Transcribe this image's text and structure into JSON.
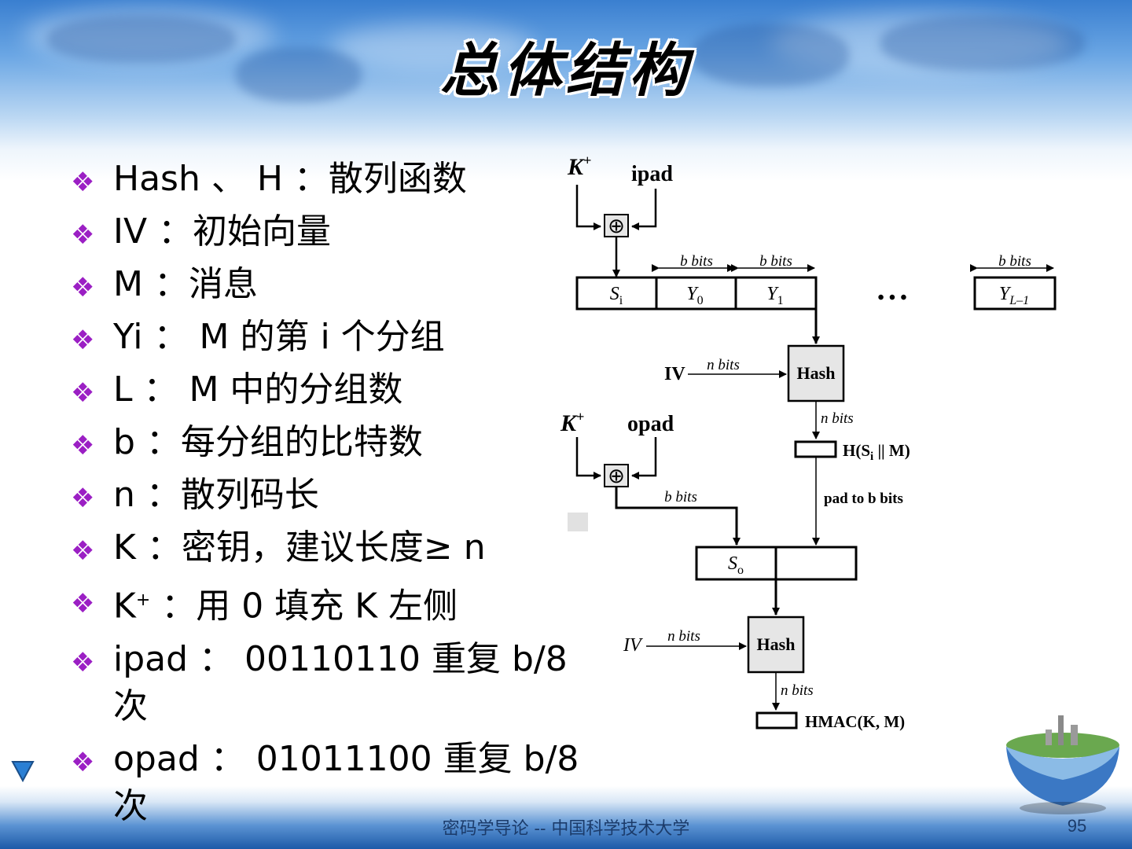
{
  "slide": {
    "title": "总体结构",
    "bullet_marker": "❖",
    "bullets": [
      {
        "text": "Hash 、 H ：散列函数"
      },
      {
        "text": "IV ：初始向量"
      },
      {
        "text": "M ：消息"
      },
      {
        "text": "Yi ： M 的第 i 个分组"
      },
      {
        "text": "L ： M 中的分组数"
      },
      {
        "text": "b ：每分组的比特数"
      },
      {
        "text": "n ：散列码长"
      },
      {
        "text": "K ：密钥，建议长度≥ n"
      },
      {
        "pre": "K",
        "sup": "+",
        "post": " ：用 0 填充 K 左侧"
      },
      {
        "text": "ipad ： 00110110 重复 b/8 次"
      },
      {
        "text": "opad ： 01011100 重复 b/8 次"
      }
    ],
    "footer": "密码学导论 -- 中国科学技术大学",
    "page_number": "95"
  },
  "diagram": {
    "key_top": "K",
    "key_top_sup": "+",
    "ipad": "ipad",
    "xor_symbol": "⊕",
    "si": "S",
    "si_sub": "i",
    "y0": "Y",
    "y0_sub": "0",
    "y1": "Y",
    "y1_sub": "1",
    "yl": "Y",
    "yl_sub": "L–1",
    "ellipsis": "•   •   •",
    "b_bits": "b bits",
    "iv_top": "IV",
    "n_bits": "n bits",
    "hash": "Hash",
    "key_bottom": "K",
    "key_bottom_sup": "+",
    "opad": "opad",
    "h_label": "H(S",
    "h_label_sub": "i",
    "h_label_end": " || M)",
    "pad_to": "pad to b bits",
    "so": "S",
    "so_sub": "o",
    "iv_bottom": "IV",
    "hmac": "HMAC(K, M)"
  },
  "colors": {
    "bullet": "#9b1fc4",
    "hash_box": "#e6e6e6",
    "nav_triangle": "#2a7fd4"
  }
}
